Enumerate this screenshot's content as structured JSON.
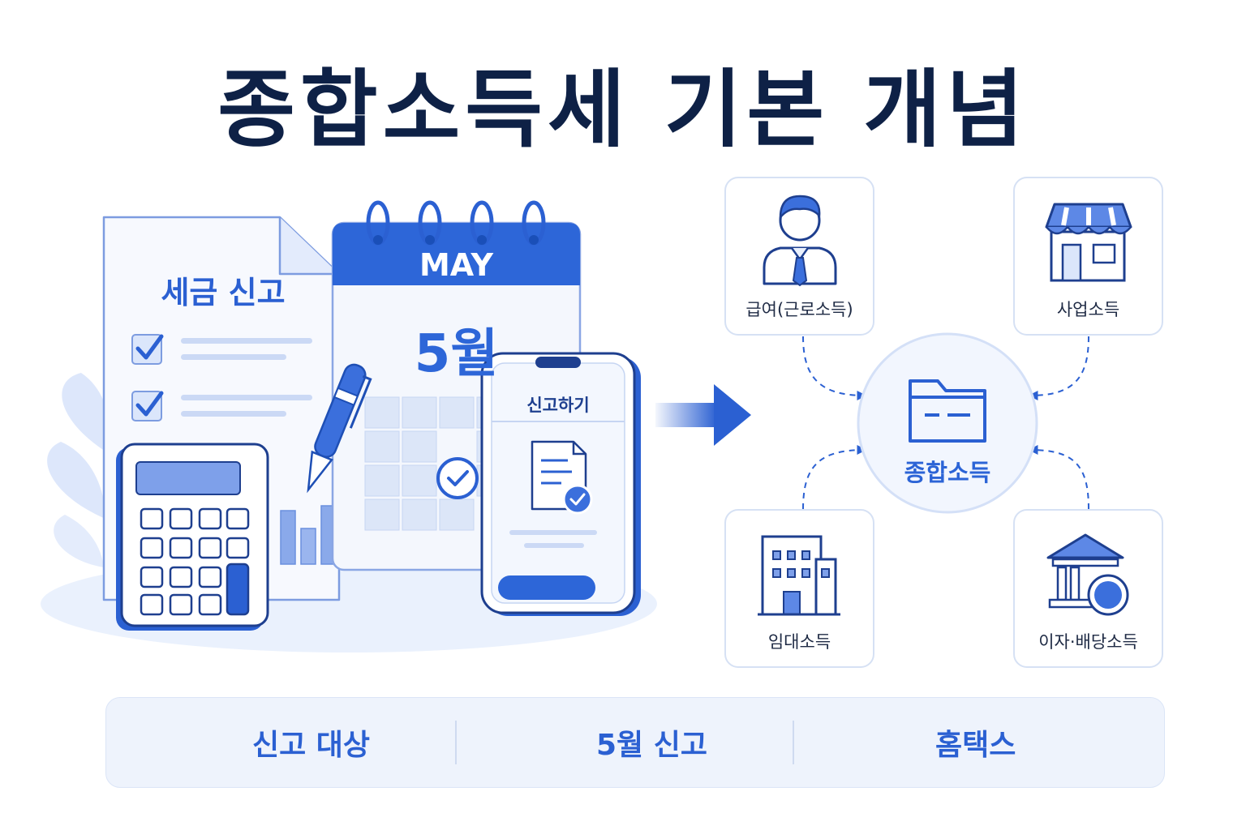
{
  "title": "종합소득세 기본 개념",
  "illustration": {
    "doc_title": "세금 신고",
    "calendar_month": "MAY",
    "calendar_day": "5월",
    "phone_title": "신고하기"
  },
  "diagram": {
    "hub": {
      "label": "종합소득",
      "icon": "folder-icon"
    },
    "sources": [
      {
        "label": "급여(근로소득)",
        "icon": "employee-icon"
      },
      {
        "label": "사업소득",
        "icon": "store-icon"
      },
      {
        "label": "임대소득",
        "icon": "building-icon"
      },
      {
        "label": "이자·배당소득",
        "icon": "bank-won-icon"
      }
    ]
  },
  "bottom": {
    "items": [
      {
        "label": "신고 대상",
        "icon": "person-icon"
      },
      {
        "label": "5월 신고",
        "icon": "calendar-icon"
      },
      {
        "label": "홈택스",
        "icon": "monitor-icon"
      }
    ]
  },
  "colors": {
    "primary": "#2b60d2",
    "dark": "#0e2146",
    "light": "#eaf1fd"
  }
}
